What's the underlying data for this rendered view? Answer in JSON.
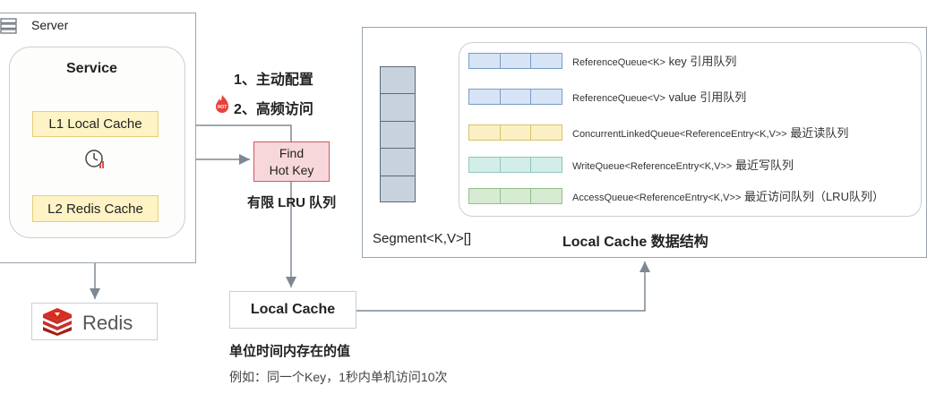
{
  "server": {
    "label": "Server",
    "icon": "server-icon"
  },
  "service": {
    "title": "Service",
    "l1_label": "L1 Local Cache",
    "l2_label": "L2 Redis Cache",
    "timer_icon": "clock-chart-icon"
  },
  "redis": {
    "label": "Redis",
    "icon": "redis-logo-icon",
    "accent": "#c6302b"
  },
  "hotkey": {
    "step1": "1、主动配置",
    "step2": "2、高频访问",
    "hot_icon": "hot-flame-icon",
    "find_line1": "Find",
    "find_line2": "Hot Key",
    "lru_caption": "有限 LRU 队列"
  },
  "local_cache": {
    "label": "Local Cache",
    "caption_title": "单位时间内存在的值",
    "caption_example": "例如：同一个Key，1秒内单机访问10次"
  },
  "data_structure": {
    "segment_label": "Segment<K,V>[]",
    "title": "Local Cache 数据结构",
    "queues": [
      {
        "prefix": "ReferenceQueue<K>",
        "suffix": " key 引用队列",
        "color": "#d6e4f5",
        "border": "#7a9cc6"
      },
      {
        "prefix": "ReferenceQueue<V>",
        "suffix": " value 引用队列",
        "color": "#d6e4f5",
        "border": "#7a9cc6"
      },
      {
        "prefix": "ConcurrentLinkedQueue<ReferenceEntry<K,V>>",
        "suffix": " 最近读队列",
        "color": "#fbf0c4",
        "border": "#d9c06a"
      },
      {
        "prefix": "WriteQueue<ReferenceEntry<K,V>>",
        "suffix": " 最近写队列",
        "color": "#d3ede9",
        "border": "#8fc6bd"
      },
      {
        "prefix": "AccessQueue<ReferenceEntry<K,V>>",
        "suffix": " 最近访问队列（LRU队列）",
        "color": "#d7ead2",
        "border": "#93c088"
      }
    ]
  }
}
